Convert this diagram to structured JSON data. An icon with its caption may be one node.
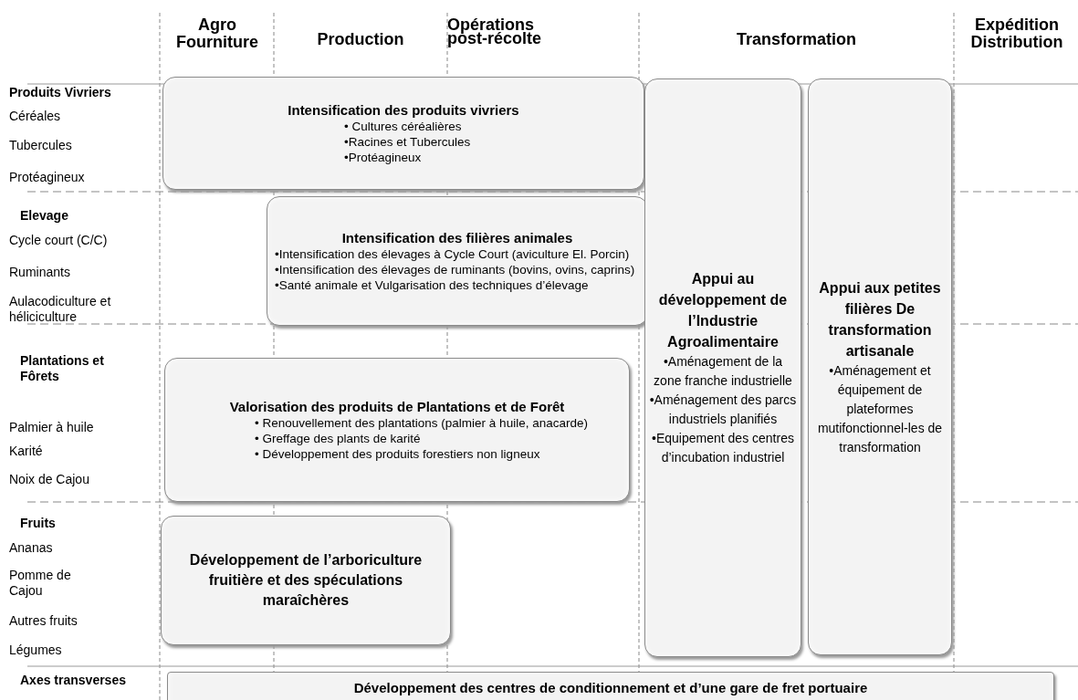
{
  "diagram": {
    "nodes": [
      {
        "text": [
          "Intensification des produits vivriers",
          "• Cultures céréalières",
          "•Racines et Tubercules",
          "•Protéagineux"
        ]
      },
      {
        "text": [
          "Intensification des filières animales",
          "•Intensification des élevages à Cycle Court (aviculture El. Porcin)",
          "•Intensification des élevages de ruminants (bovins, ovins, caprins)",
          "•Santé animale et Vulgarisation des techniques d’élevage"
        ]
      },
      {
        "text": [
          "Valorisation des produits de Plantations et de Forêt",
          "• Renouvellement des plantations (palmier à huile, anacarde)",
          "• Greffage des plants de karité",
          "• Développement des produits forestiers non ligneux"
        ]
      },
      {
        "text": [
          "Développement de l’arboriculture fruitière et des spéculations maraîchères"
        ]
      },
      {
        "text": [
          "Appui au développement de l’Industrie Agroalimentaire",
          "•Aménagement de la zone franche industrielle",
          "•Aménagement des parcs industriels planifiés",
          "•Equipement des centres d’incubation industriel"
        ]
      },
      {
        "text": [
          "Appui aux petites filières De transformation artisanale",
          "•Aménagement et équipement de plateformes mutifonctionnel-les de transformation"
        ]
      },
      {
        "text": [
          "Développement des centres de conditionnement et d’une gare de fret portuaire"
        ]
      }
    ],
    "labels": [
      "Agro Fourniture",
      "Production",
      "Opérations post-récolte",
      "Transformation",
      "Expédition Distribution",
      "Produits Vivriers",
      "Céréales",
      "Tubercules",
      "Protéagineux",
      "Elevage",
      "Cycle court (C/C)",
      "Ruminants",
      "Aulacodiculture et héliciculture",
      "Plantations et Fôrets",
      "Palmier à huile",
      "Karité",
      "Noix de Cajou",
      "Fruits",
      "Ananas",
      "Pomme de Cajou",
      "Autres fruits",
      "Légumes",
      "Axes transverses"
    ]
  }
}
